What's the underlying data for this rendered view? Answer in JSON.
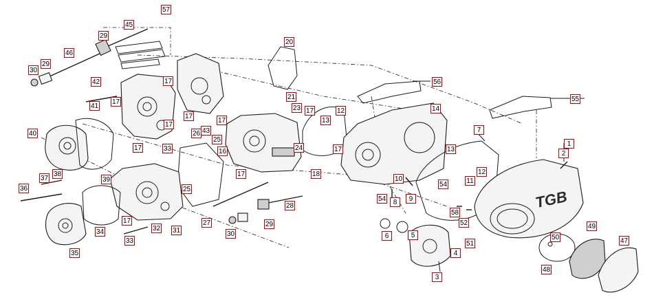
{
  "diagram": {
    "labels": [
      "57",
      "45",
      "29",
      "46",
      "30",
      "29",
      "42",
      "41",
      "40",
      "17",
      "17",
      "17",
      "17",
      "17",
      "33",
      "20",
      "21",
      "23",
      "17",
      "13",
      "12",
      "17",
      "26",
      "43",
      "25",
      "24",
      "17",
      "18",
      "16",
      "56",
      "14",
      "13",
      "7",
      "55",
      "1",
      "2",
      "39",
      "38",
      "37",
      "36",
      "34",
      "17",
      "32",
      "33",
      "31",
      "25",
      "27",
      "28",
      "30",
      "29",
      "17",
      "17",
      "10",
      "54",
      "8",
      "9",
      "54",
      "11",
      "12",
      "6",
      "5",
      "4",
      "3",
      "58",
      "52",
      "51",
      "50",
      "49",
      "48",
      "47",
      "35",
      "17",
      "16",
      "17"
    ],
    "logo_text": "TGB",
    "line_color": "#1a1a1a",
    "callout_border": "#c00000"
  }
}
